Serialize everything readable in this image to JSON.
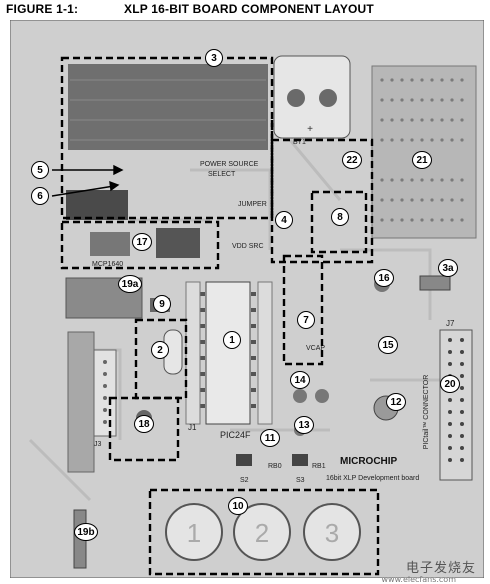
{
  "figure": {
    "number": "FIGURE 1-1:",
    "title": "XLP 16-BIT BOARD COMPONENT LAYOUT"
  },
  "callouts": [
    "1",
    "2",
    "3",
    "3a",
    "4",
    "5",
    "6",
    "7",
    "8",
    "9",
    "10",
    "11",
    "12",
    "13",
    "14",
    "15",
    "16",
    "17",
    "18",
    "19a",
    "19b",
    "20",
    "21",
    "22"
  ],
  "silk": {
    "power_source": "POWER SOURCE",
    "select": "SELECT",
    "jumper": "JUMPER",
    "sw_pwr": "VDD SRC",
    "bt1": "BT1",
    "pic24f": "PIC24F",
    "j1": "J1",
    "j3": "J3",
    "j7": "J7",
    "pictail": "PICtail™ CONNECTOR",
    "vcap": "VCAP",
    "s2": "S2",
    "s3": "S3",
    "microchip": "MICROCHIP",
    "board_name": "16bit XLP Development board",
    "rb0": "RB0",
    "rb1": "RB1",
    "mcp": "MCP1640"
  },
  "colors": {
    "board": "#c9c9c9",
    "board_dark": "#8f8f8f",
    "callout_fill": "#ffffff",
    "dash": "#000000"
  },
  "watermark": {
    "cn": "电子发烧友",
    "url": "www.elecfans.com"
  }
}
